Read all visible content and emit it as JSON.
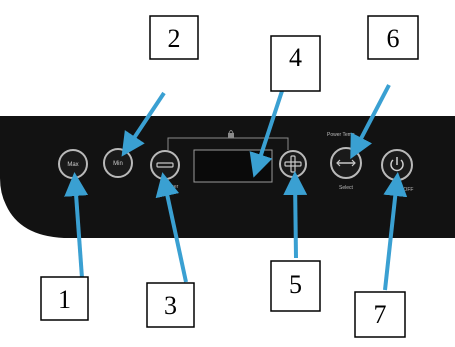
{
  "colors": {
    "panel": "#121212",
    "arrow": "#3aa0d2",
    "button_ring": "#b9b9b9",
    "callout_border": "#000000"
  },
  "callouts": {
    "c1": "1",
    "c2": "2",
    "c3": "3",
    "c4": "4",
    "c5": "5",
    "c6": "6",
    "c7": "7"
  },
  "panel": {
    "buttons": {
      "max": "Max",
      "min": "Min",
      "minus_caption": "Timer",
      "select_caption": "Select",
      "power_caption": "ON/OFF"
    },
    "labels": {
      "power_temp": "Power  Temp"
    },
    "icons": {
      "minus": "minus-icon",
      "plus": "plus-icon",
      "select": "arrows-icon",
      "power": "power-icon",
      "lock": "lock-icon"
    }
  }
}
